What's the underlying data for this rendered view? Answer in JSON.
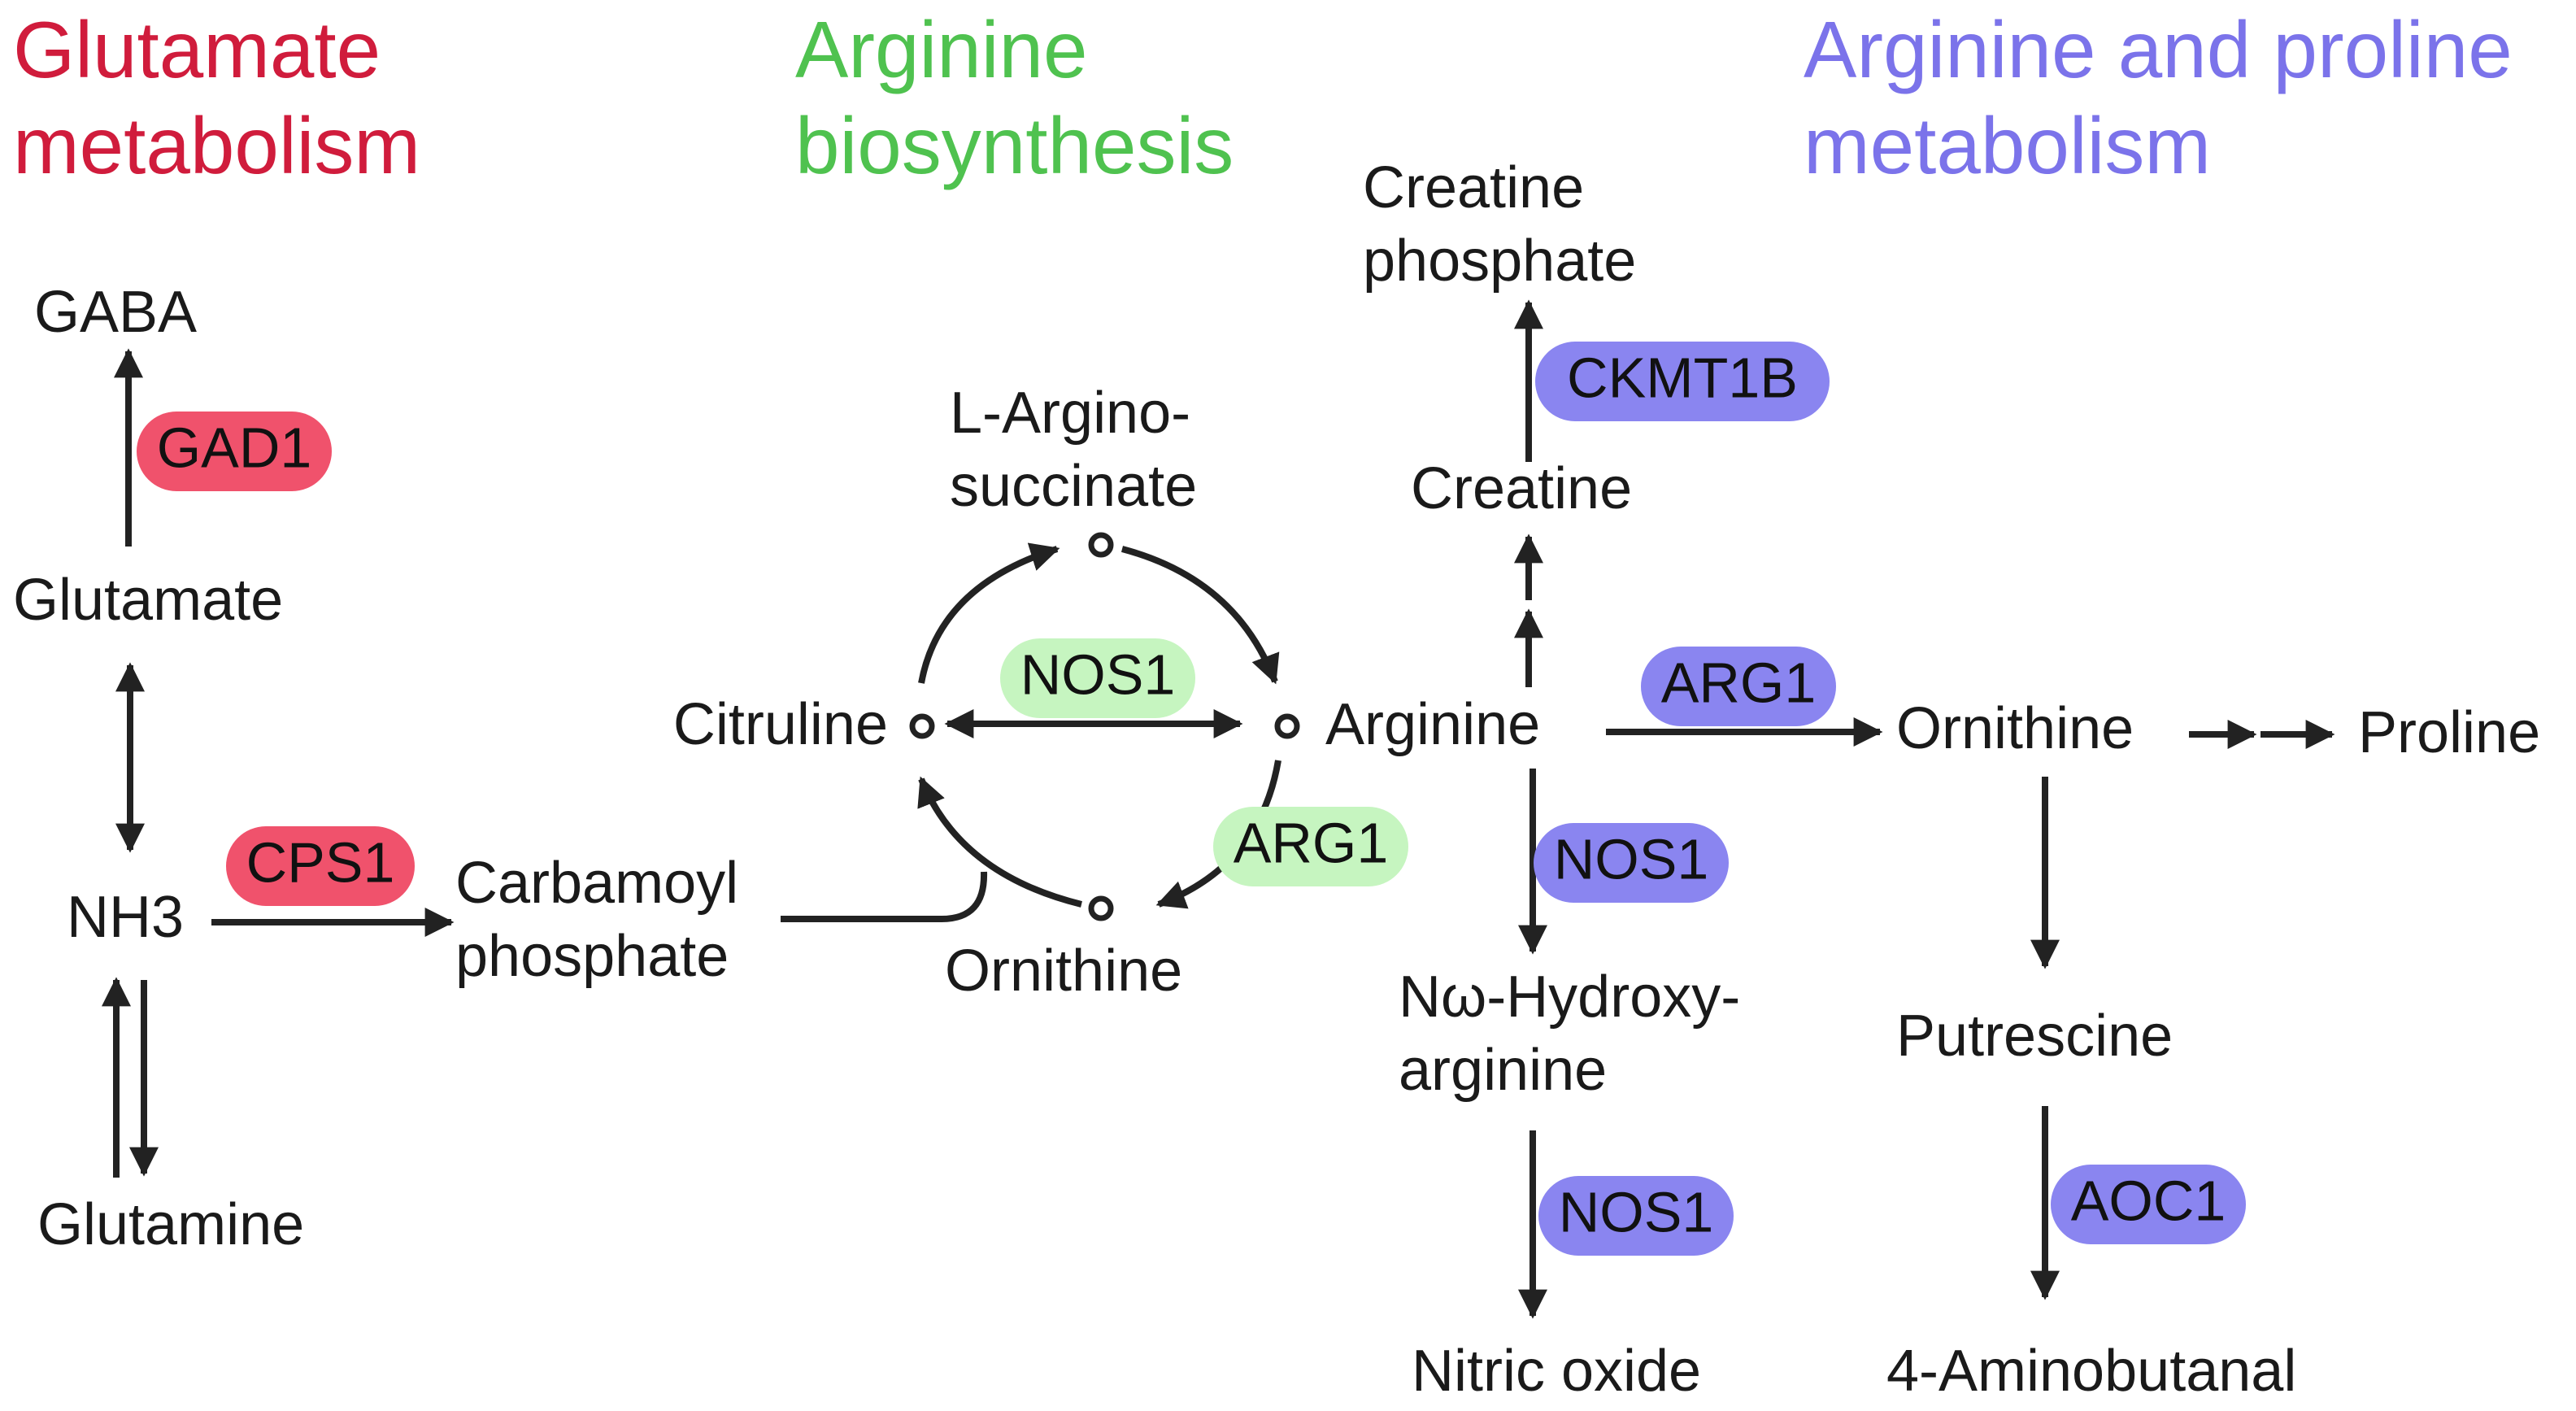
{
  "colors": {
    "glutamate": "#d01c3c",
    "arginine_biosynthesis": "#4fc24f",
    "arginine_proline": "#7b73ea",
    "pill_red": "#f0526c",
    "pill_green": "#c6f5c0",
    "pill_purple": "#8a85f0",
    "arrow": "#222222"
  },
  "sections": {
    "glutamate": [
      "Glutamate",
      "metabolism"
    ],
    "arginine_biosynthesis": [
      "Arginine",
      "biosynthesis"
    ],
    "arginine_proline": [
      "Arginine and proline",
      "metabolism"
    ]
  },
  "metabolites": {
    "gaba": [
      "GABA"
    ],
    "glutamate": [
      "Glutamate"
    ],
    "nh3": [
      "NH3"
    ],
    "glutamine": [
      "Glutamine"
    ],
    "carbamoyl_phosphate": [
      "Carbamoyl",
      "phosphate"
    ],
    "citruline": [
      "Citruline"
    ],
    "argininosuccinate": [
      "L-Argino-",
      "succinate"
    ],
    "ornithine_cycle": [
      "Ornithine"
    ],
    "arginine": [
      "Arginine"
    ],
    "creatine_phosphate": [
      "Creatine",
      "phosphate"
    ],
    "creatine": [
      "Creatine"
    ],
    "ornithine": [
      "Ornithine"
    ],
    "proline": [
      "Proline"
    ],
    "hydroxyarginine": [
      "Nω-Hydroxy-",
      "arginine"
    ],
    "nitric_oxide": [
      "Nitric oxide"
    ],
    "putrescine": [
      "Putrescine"
    ],
    "aminobutanal": [
      "4-Aminobutanal"
    ]
  },
  "enzymes": {
    "gad1": {
      "label": "GAD1",
      "color": "pill_red"
    },
    "cps1": {
      "label": "CPS1",
      "color": "pill_red"
    },
    "nos1_cycle": {
      "label": "NOS1",
      "color": "pill_green"
    },
    "arg1_cycle": {
      "label": "ARG1",
      "color": "pill_green"
    },
    "ckmt1b": {
      "label": "CKMT1B",
      "color": "pill_purple"
    },
    "arg1": {
      "label": "ARG1",
      "color": "pill_purple"
    },
    "nos1_a": {
      "label": "NOS1",
      "color": "pill_purple"
    },
    "nos1_b": {
      "label": "NOS1",
      "color": "pill_purple"
    },
    "aoc1": {
      "label": "AOC1",
      "color": "pill_purple"
    }
  }
}
